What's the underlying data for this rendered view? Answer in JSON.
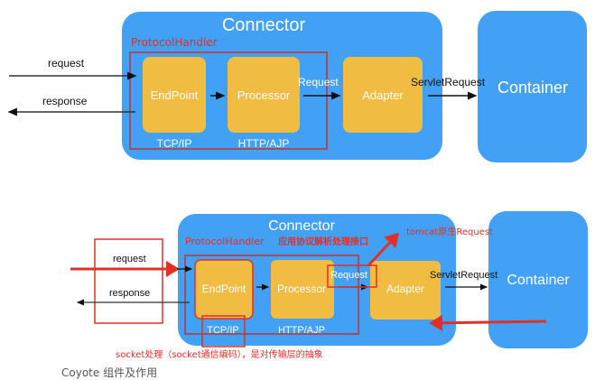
{
  "colors": {
    "connector": "#42A1F5",
    "component": "#F0BC42",
    "annotation": "#E0302A"
  },
  "top": {
    "connector": "Connector",
    "protocol_handler": "ProtocolHandler",
    "endpoint": "EndPoint",
    "processor": "Processor",
    "adapter": "Adapter",
    "container": "Container",
    "request": "request",
    "response": "response",
    "request_obj": "Request",
    "servlet_request": "ServletRequest",
    "tcp": "TCP/IP",
    "http": "HTTP/AJP"
  },
  "bottom": {
    "connector": "Connector",
    "protocol_handler": "ProtocolHandler",
    "protocol_note": "应用协议解析处理接口",
    "endpoint": "EndPoint",
    "processor": "Processor",
    "adapter": "Adapter",
    "container": "Container",
    "request": "request",
    "response": "response",
    "request_obj": "Request",
    "servlet_request": "ServletRequest",
    "tcp": "TCP/IP",
    "http": "HTTP/AJP",
    "tomcat_note": "tomcat原生Request",
    "socket_note": "socket处理（socket通信编码），是对传输层的抽象"
  },
  "caption": "Coyote 组件及作用"
}
